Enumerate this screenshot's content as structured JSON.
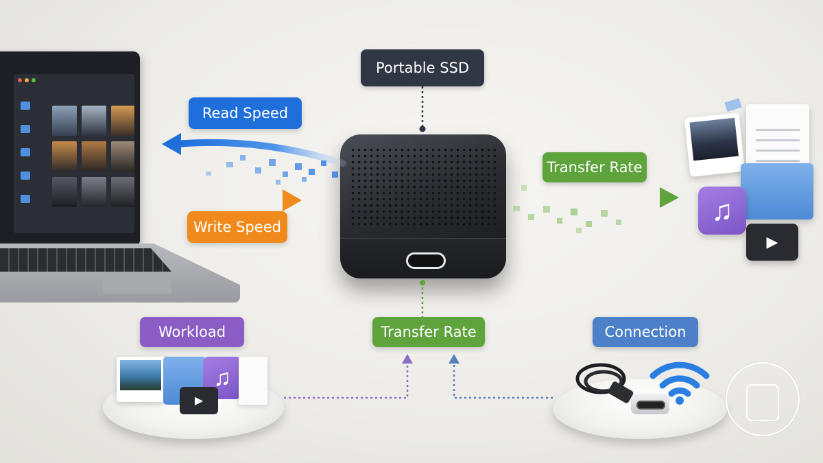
{
  "labels": {
    "portable_ssd": "Portable SSD",
    "read_speed": "Read Speed",
    "write_speed": "Write Speed",
    "transfer_rate_top": "Transfer Rate",
    "transfer_rate_bottom": "Transfer Rate",
    "workload": "Workload",
    "connection": "Connection"
  },
  "colors": {
    "portable_ssd": "#2f3644",
    "read_speed": "#1e6fdb",
    "write_speed": "#f08a1c",
    "transfer_rate": "#5fa33c",
    "workload": "#8a5cc4",
    "connection": "#4c80c9",
    "connector_purple": "#8c6fc8",
    "connector_blue": "#5a7fc0"
  },
  "icons": {
    "music": "♫",
    "play": "▶"
  }
}
